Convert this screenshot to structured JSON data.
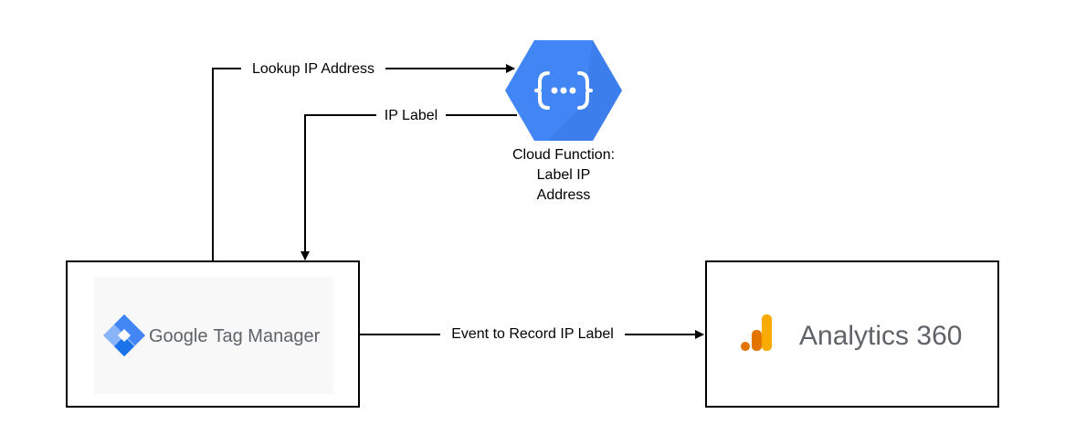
{
  "nodes": {
    "cloud_function": {
      "caption_lines": [
        "Cloud Function:",
        "Label IP",
        "Address"
      ],
      "icon": "cloud-functions-hexagon-icon",
      "glyph": "(···)",
      "color": "#4285F4"
    },
    "gtm": {
      "logo_google": "Google",
      "logo_product": "Tag Manager",
      "icon": "gtm-diamond-icon",
      "colors": {
        "light": "#8AB4F8",
        "dark": "#4285F4"
      }
    },
    "analytics": {
      "logo_text": "Analytics 360",
      "icon": "analytics-bars-icon",
      "colors": {
        "bar_tall": "#F9AB00",
        "bar_mid": "#E37400",
        "dot": "#E37400"
      }
    }
  },
  "edges": {
    "lookup": {
      "label": "Lookup IP Address"
    },
    "ip_label": {
      "label": "IP Label"
    },
    "event": {
      "label": "Event to Record IP Label"
    }
  },
  "colors": {
    "stroke": "#000000",
    "text": "#000000",
    "logo_text": "#5f6368"
  }
}
